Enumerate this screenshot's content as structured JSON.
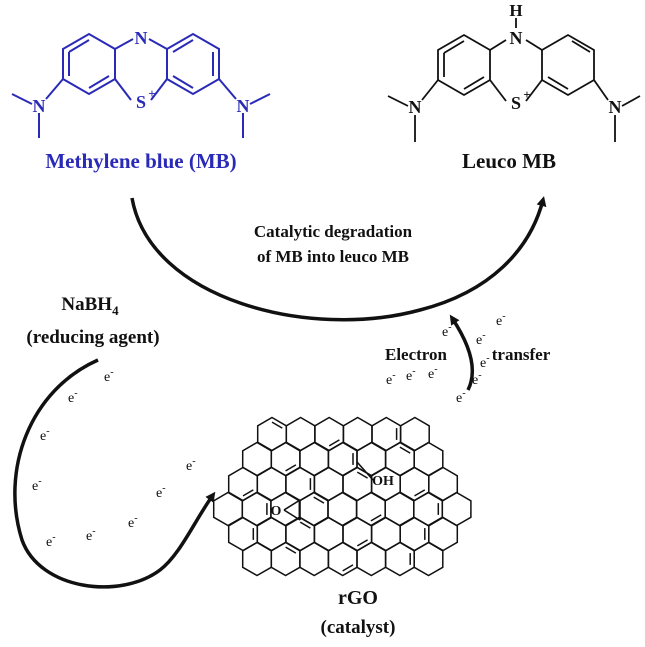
{
  "molecules": {
    "mb": {
      "name": "Methylene blue (MB)",
      "atom_n": "N",
      "atom_s": "S",
      "charge": "+",
      "color": "#2a2ab8"
    },
    "leuco": {
      "name": "Leuco MB",
      "atom_nh_h": "H",
      "atom_n": "N",
      "atom_s": "S",
      "charge": "+",
      "color": "#111111"
    }
  },
  "reaction": {
    "line1": "Catalytic degradation",
    "line2": "of MB into leuco MB"
  },
  "reducing_agent": {
    "formula_main": "NaBH",
    "formula_sub": "4",
    "role": "(reducing agent)"
  },
  "electron_transfer": {
    "word1": "Electron",
    "word2": "transfer",
    "electron": "e",
    "electron_charge": "-"
  },
  "catalyst": {
    "name": "rGO",
    "role": "(catalyst)",
    "oh": "OH",
    "epoxide_o": "O"
  }
}
